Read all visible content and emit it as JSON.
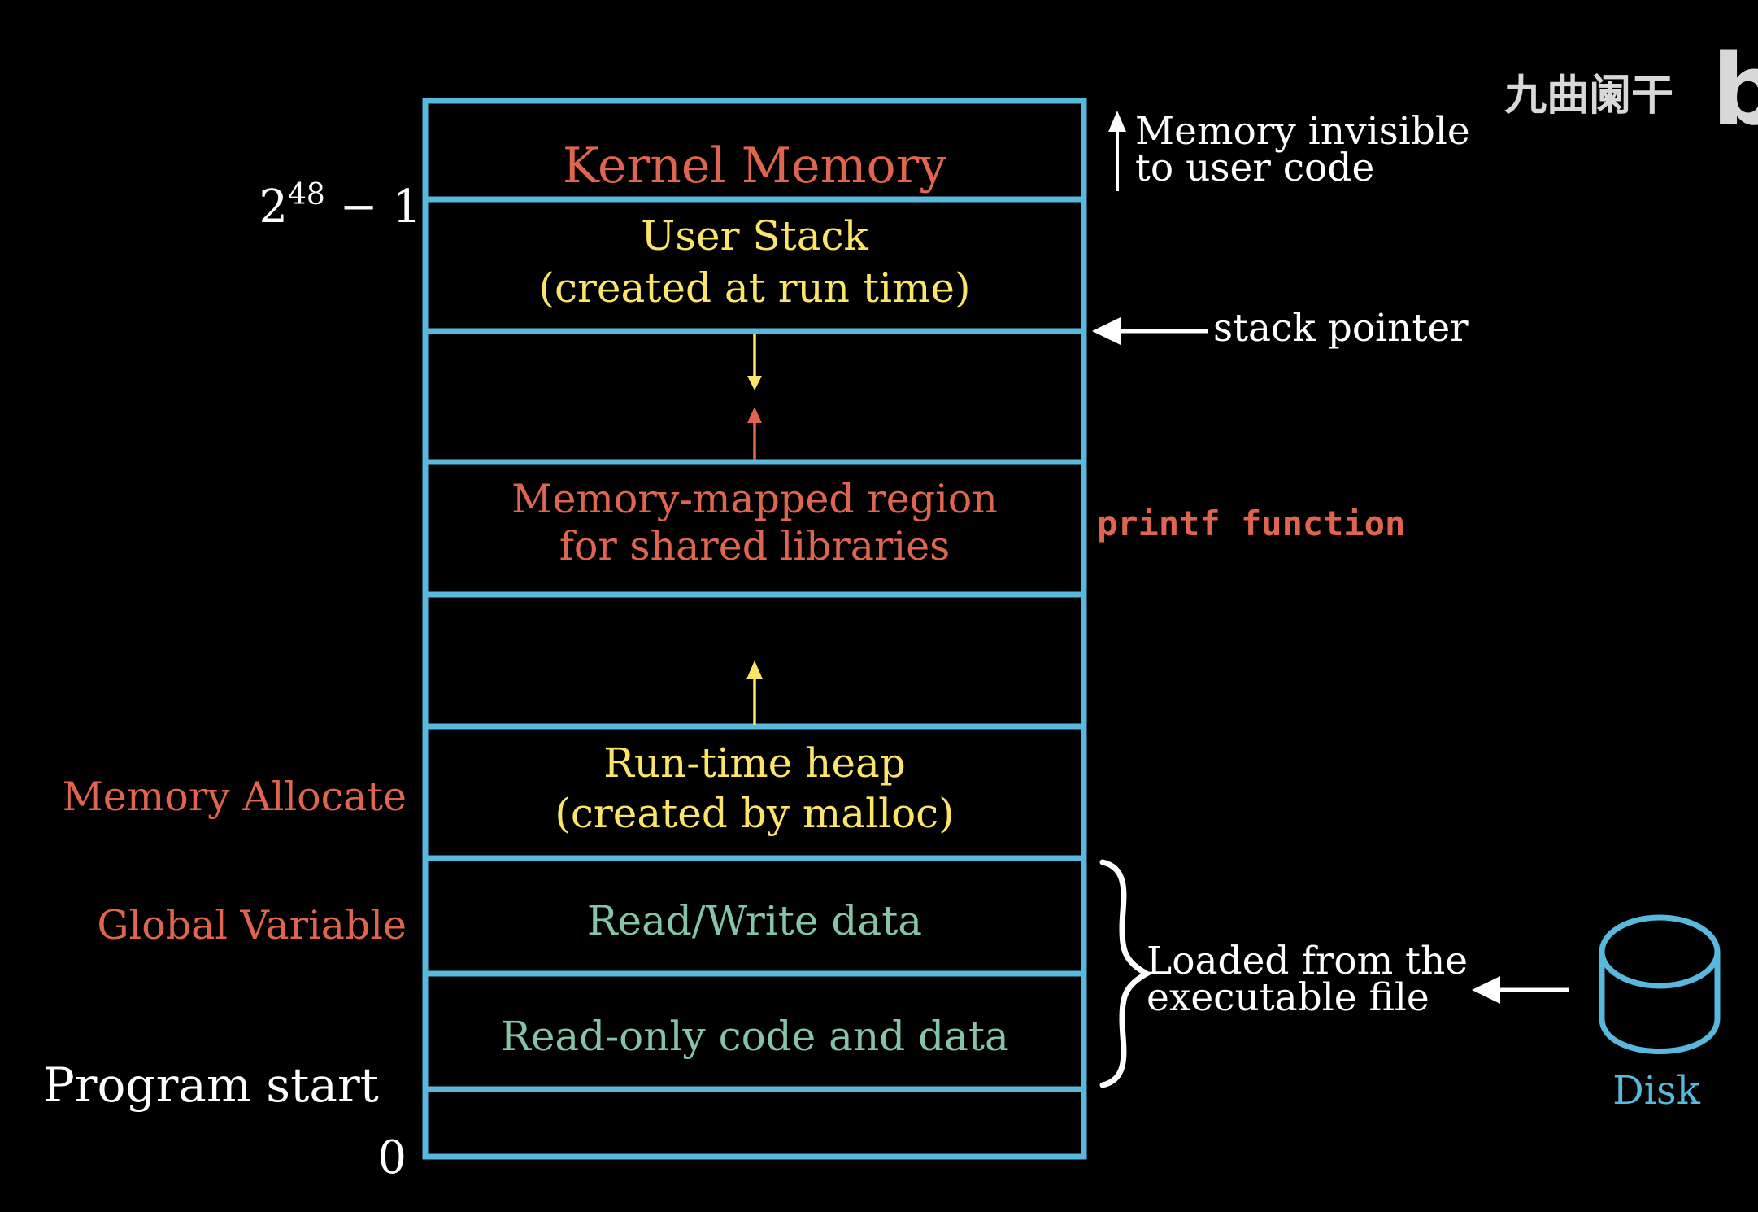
{
  "colors": {
    "background": "#000000",
    "frame": "#58b8de",
    "red": "#e0654f",
    "yellow": "#fce566",
    "green": "#85c4a6",
    "white": "#ffffff",
    "disk": "#58b8de",
    "watermark": "#d8d8d8"
  },
  "watermark": {
    "text": "九曲阑干",
    "logo": "b"
  },
  "segments": {
    "kernel": {
      "label": "Kernel Memory"
    },
    "user_stack": {
      "line1": "User Stack",
      "line2": "(created at run time)"
    },
    "mmap": {
      "line1": "Memory-mapped region",
      "line2": "for shared libraries"
    },
    "heap": {
      "line1": "Run-time heap",
      "line2": "(created by malloc)"
    },
    "rw": {
      "label": "Read/Write data"
    },
    "ro": {
      "label": "Read-only code and data"
    }
  },
  "left_labels": {
    "top_address_base": "2",
    "top_address_exp": "48",
    "top_address_suffix": " − 1",
    "memory_allocate": "Memory Allocate",
    "global_variable": "Global Variable",
    "program_start": "Program start",
    "bottom_address": "0"
  },
  "right_labels": {
    "kernel_note_line1": "Memory invisible",
    "kernel_note_line2": "to user code",
    "stack_pointer": "stack pointer",
    "printf": "printf function",
    "loaded_line1": "Loaded from the",
    "loaded_line2": "executable file",
    "disk": "Disk"
  },
  "icons": [
    "up-arrow-icon",
    "left-arrow-icon",
    "down-arrow-icon",
    "brace-icon",
    "disk-icon"
  ]
}
